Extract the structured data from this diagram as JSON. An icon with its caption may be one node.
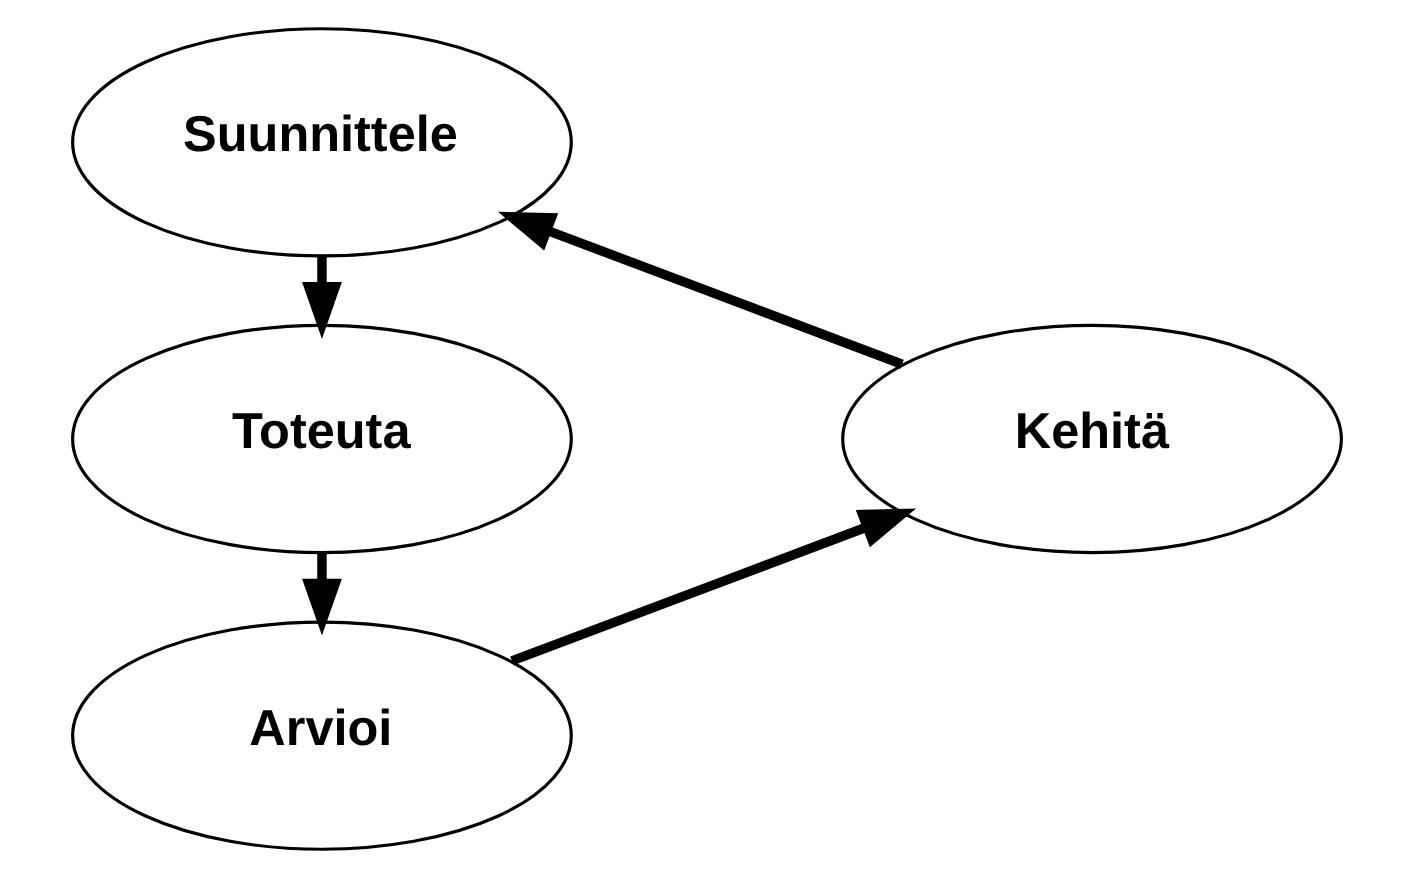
{
  "diagram": {
    "nodes": [
      {
        "text": [
          "Suunnittele"
        ]
      },
      {
        "text": [
          "Kehitä"
        ]
      },
      {
        "text": [
          "Toteuta"
        ]
      },
      {
        "text": [
          "Arvioi"
        ]
      }
    ],
    "edges": [
      {
        "from": 0,
        "to": 2,
        "arrow": "to"
      },
      {
        "from": 2,
        "to": 3,
        "arrow": "to"
      },
      {
        "from": 3,
        "to": 1,
        "arrow": "to"
      },
      {
        "from": 1,
        "to": 0,
        "arrow": "to"
      }
    ]
  }
}
